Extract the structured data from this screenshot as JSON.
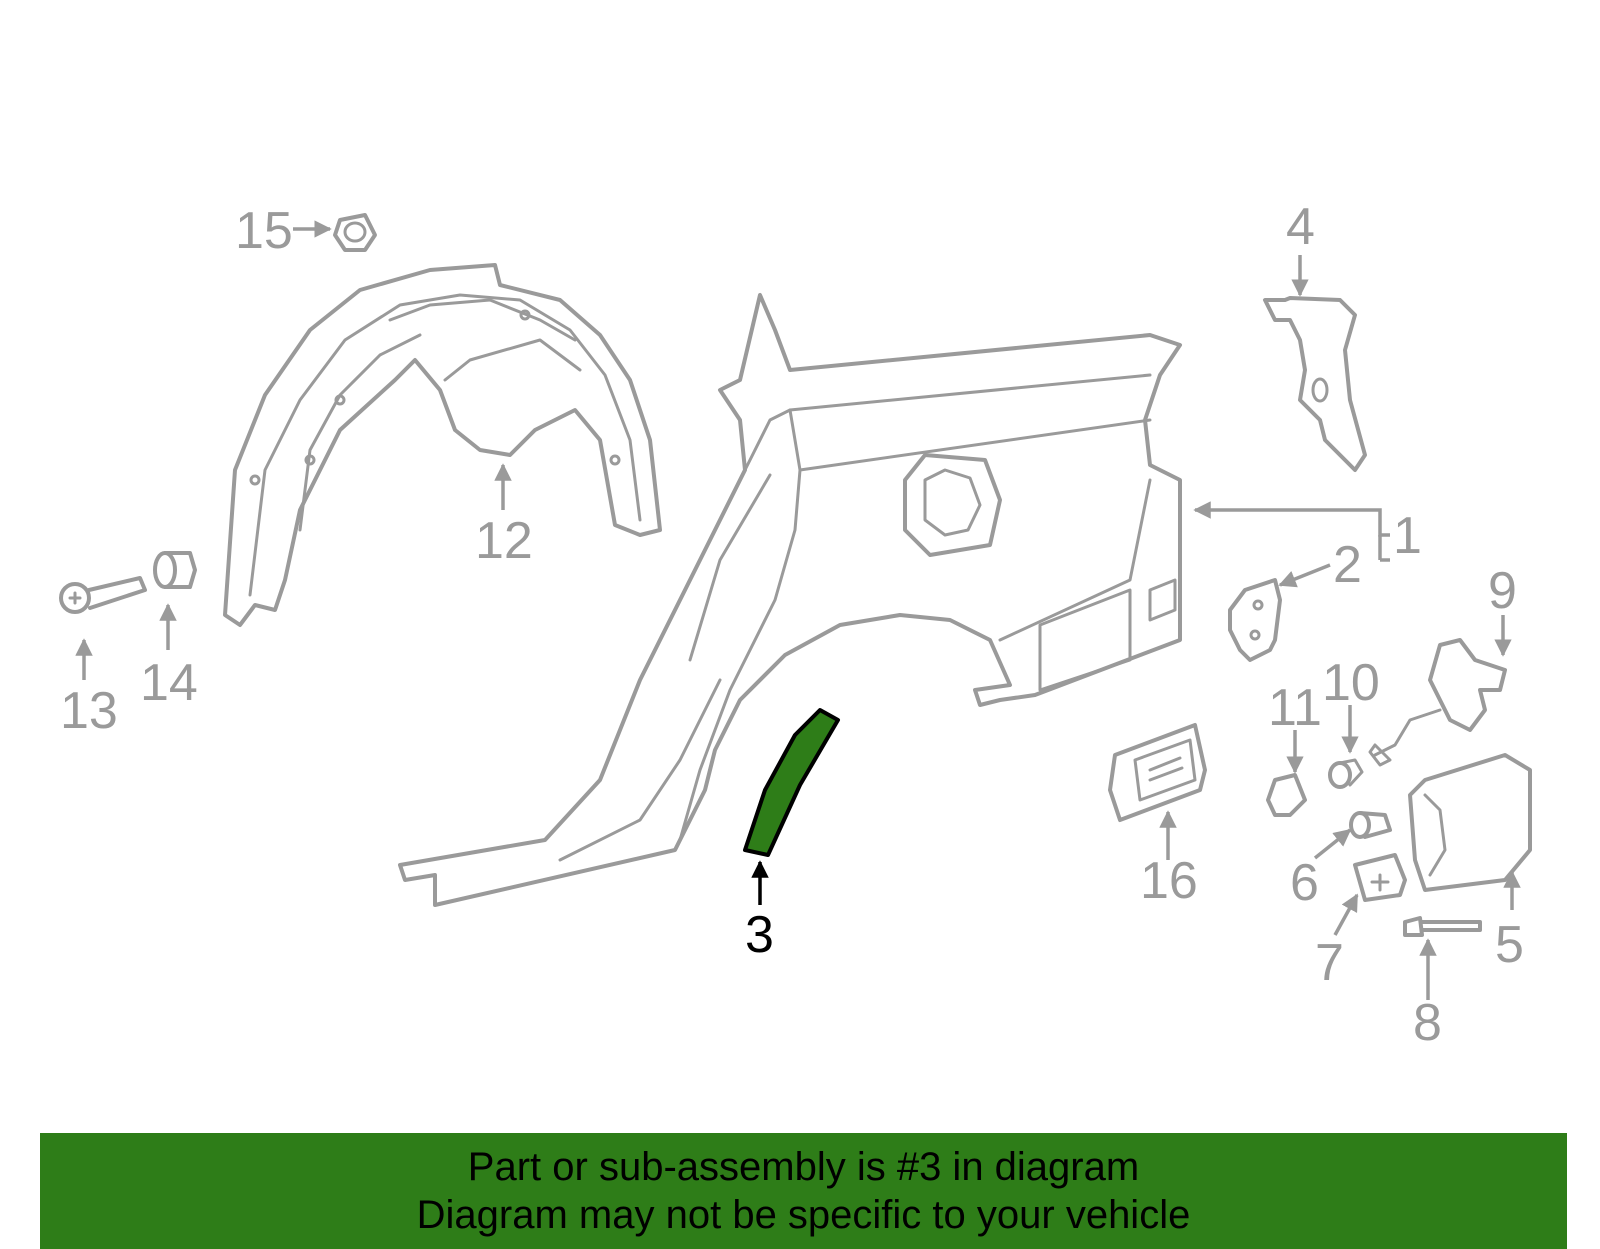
{
  "diagram": {
    "highlight_color": "#2e7d18",
    "line_color": "#9a9a9a",
    "highlighted_part": "3",
    "callouts": [
      "1",
      "2",
      "3",
      "4",
      "5",
      "6",
      "7",
      "8",
      "9",
      "10",
      "11",
      "12",
      "13",
      "14",
      "15",
      "16"
    ]
  },
  "banner": {
    "line1": "Part or sub-assembly is #3 in diagram",
    "line2": "Diagram may not be specific to your vehicle",
    "background": "#2e7d18"
  }
}
